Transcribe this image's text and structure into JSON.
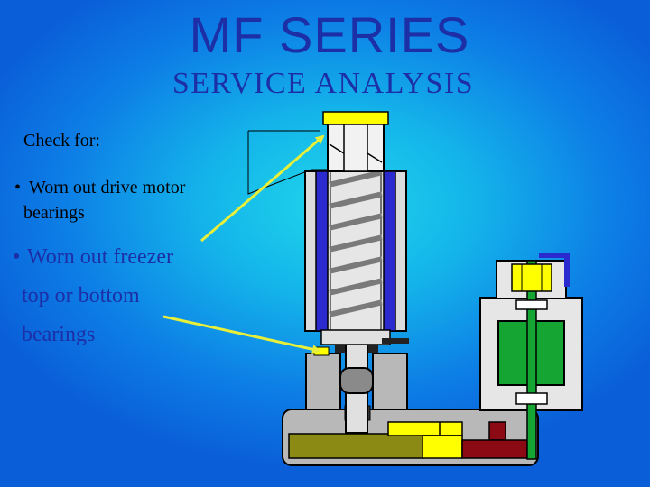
{
  "slide": {
    "title": "MF SERIES",
    "subtitle": "SERVICE ANALYSIS",
    "check_for": "Check for:",
    "bullets": [
      {
        "line1": "Worn out drive motor",
        "line2": "bearings"
      },
      {
        "line1": "Worn out freezer",
        "line2": "top or bottom",
        "line3": "bearings"
      }
    ],
    "bullet_glyph": "•"
  },
  "colors": {
    "title": "#1c2fa6",
    "arrow": "#e8ef3a",
    "bearing_yellow": "#ffff00",
    "motor_green": "#15a533",
    "gear_olive": "#8a8a14",
    "gear_maroon": "#8b0a14",
    "coil_blue": "#2a2acf"
  }
}
